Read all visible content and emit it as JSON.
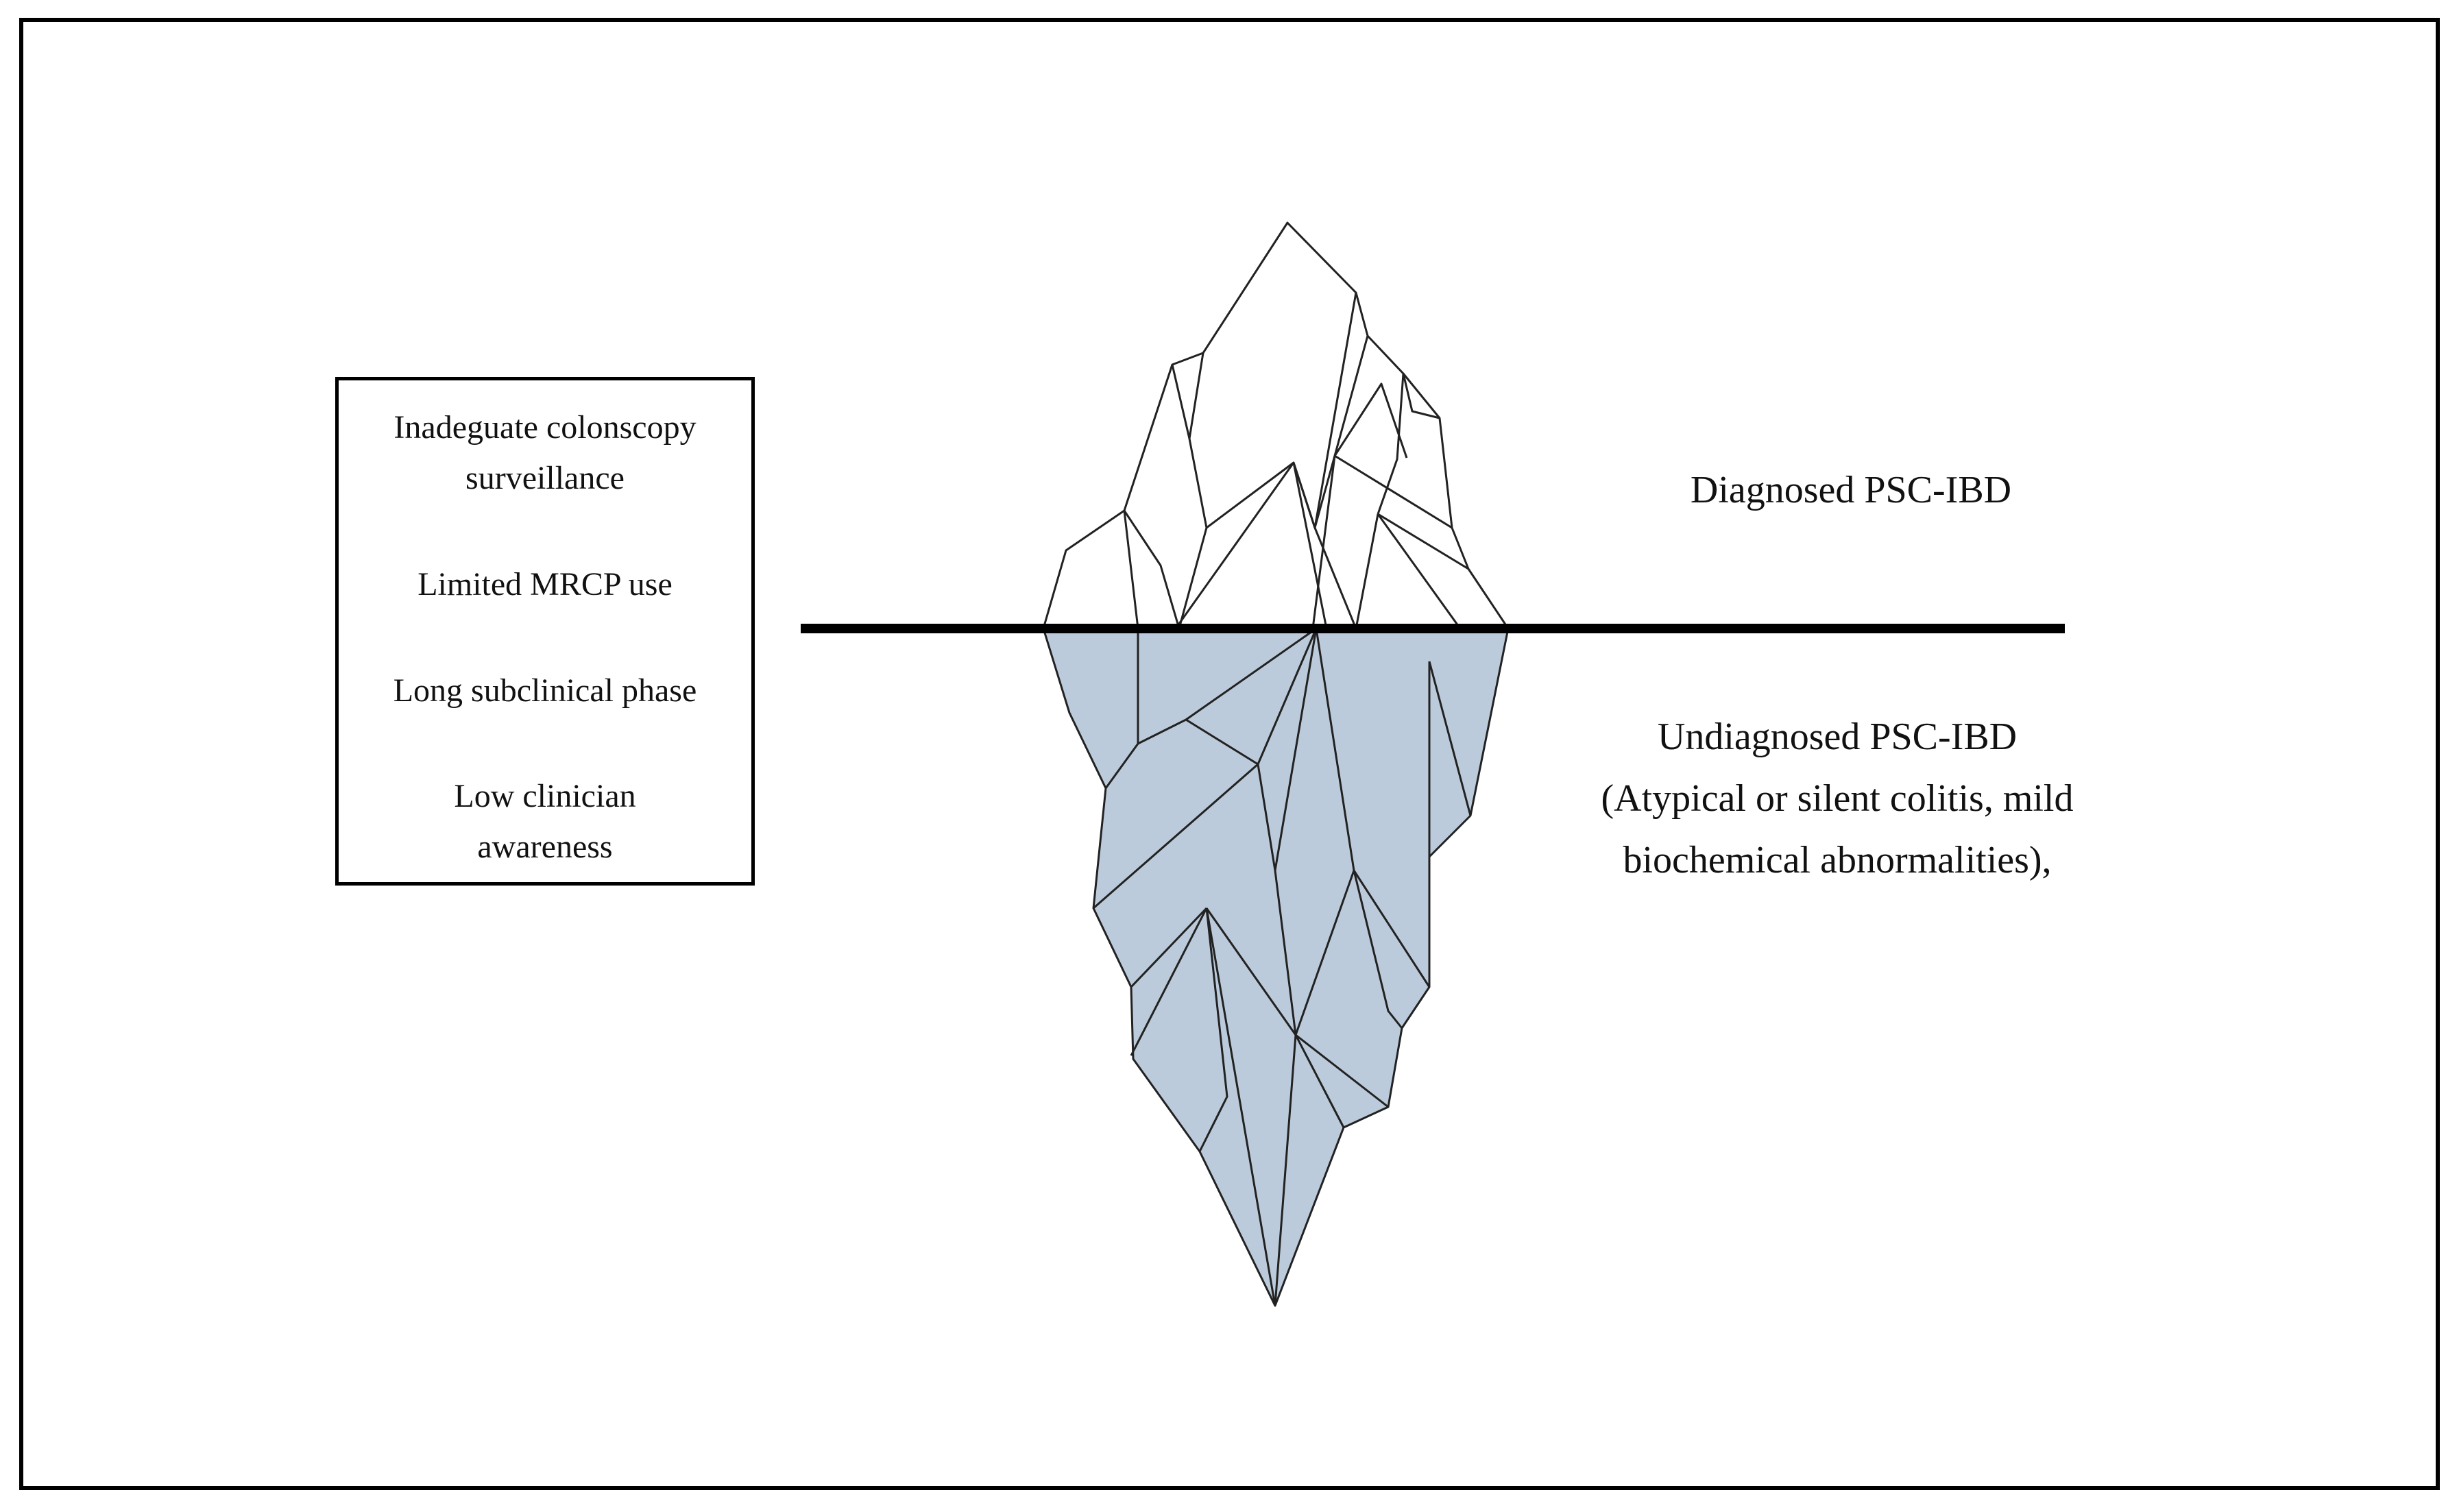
{
  "factors_box": {
    "items": [
      "Inadeguate colonscopy surveillance",
      "Limited MRCP use",
      "Long subclinical phase",
      "Low clinician awareness"
    ],
    "item1_line1": "Inadeguate colonscopy",
    "item1_line2": "surveillance",
    "item2_line1": "Limited MRCP use",
    "item3_line1": "Long subclinical phase",
    "item4_line1": "Low clinician",
    "item4_line2": "awareness"
  },
  "above_label": "Diagnosed PSC-IBD",
  "below_label": {
    "title": "Undiagnosed PSC-IBD",
    "detail_line1": "(Atypical or silent colitis, mild",
    "detail_line2": "biochemical abnormalities),"
  },
  "colors": {
    "submerged_fill": "#bccbdb",
    "line": "#222222",
    "waterline": "#000000"
  }
}
